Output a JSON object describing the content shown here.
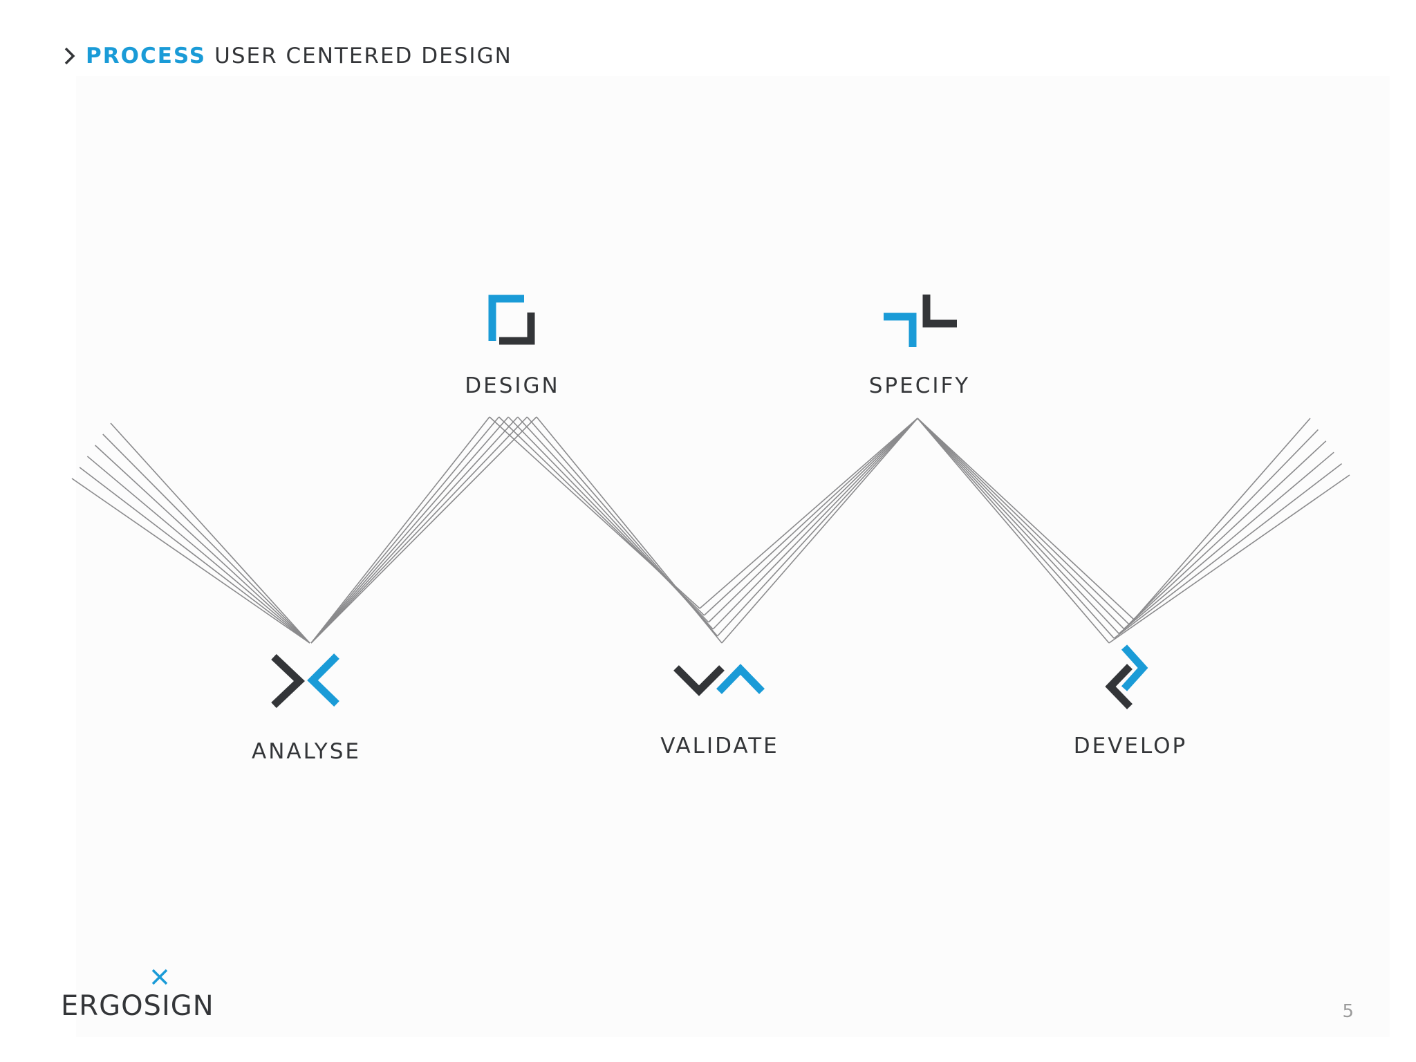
{
  "header": {
    "section": "PROCESS",
    "subtitle": "USER CENTERED DESIGN"
  },
  "stages": [
    {
      "id": "analyse",
      "label": "ANALYSE",
      "icon": "analyse-icon"
    },
    {
      "id": "design",
      "label": "DESIGN",
      "icon": "design-icon"
    },
    {
      "id": "validate",
      "label": "VALIDATE",
      "icon": "validate-icon"
    },
    {
      "id": "specify",
      "label": "SPECIFY",
      "icon": "specify-icon"
    },
    {
      "id": "develop",
      "label": "DEVELOP",
      "icon": "develop-icon"
    }
  ],
  "footer": {
    "logo_text": "ERGOSIGN",
    "page_number": "5"
  },
  "colors": {
    "accent": "#1a9bd7",
    "dark": "#333538",
    "line": "#8a8a8c",
    "page_number": "#9a9a9a"
  }
}
